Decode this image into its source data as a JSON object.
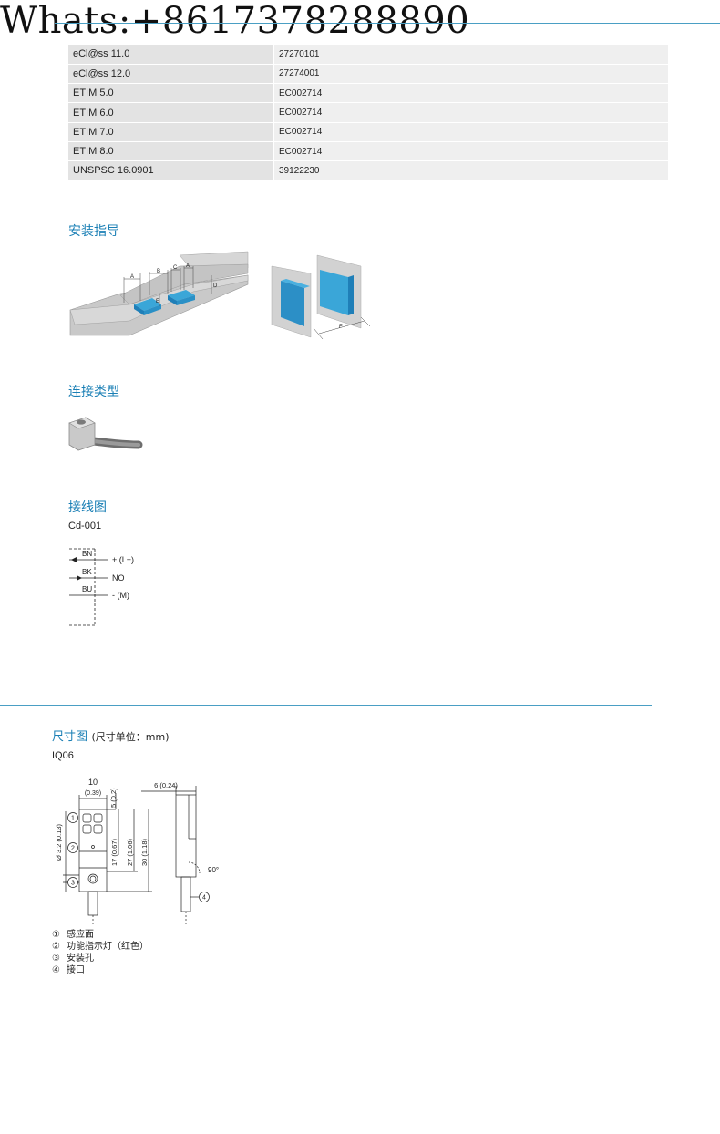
{
  "watermark": "Whats:+8617378288890",
  "specs": [
    {
      "key": "eCl@ss 11.0",
      "value": "27270101"
    },
    {
      "key": "eCl@ss 12.0",
      "value": "27274001"
    },
    {
      "key": "ETIM 5.0",
      "value": "EC002714"
    },
    {
      "key": "ETIM 6.0",
      "value": "EC002714"
    },
    {
      "key": "ETIM 7.0",
      "value": "EC002714"
    },
    {
      "key": "ETIM 8.0",
      "value": "EC002714"
    },
    {
      "key": "UNSPSC 16.0901",
      "value": "39122230"
    }
  ],
  "install": {
    "title": "安装指导",
    "labels": {
      "a": "A",
      "b": "B",
      "c": "C",
      "d": "D",
      "e": "E",
      "f": "F"
    }
  },
  "connection": {
    "title": "连接类型"
  },
  "wiring": {
    "title": "接线图",
    "code": "Cd-001",
    "wires": [
      {
        "wire": "BN",
        "signal": "+ (L+)"
      },
      {
        "wire": "BK",
        "signal": "NO"
      },
      {
        "wire": "BU",
        "signal": "- (M)"
      }
    ]
  },
  "dimensions": {
    "title": "尺寸图",
    "unit_note": "(尺寸单位：mm)",
    "model": "IQ06",
    "labels": {
      "w10": "10",
      "w10_in": "(0.39)",
      "w6": "6 (0.24)",
      "h5": "5 (0.2)",
      "d32": "Ø 3.2 (0.13)",
      "h17": "17 (0.67)",
      "h27": "27 (1.06)",
      "h30": "30 (1.18)",
      "angle": "90°"
    },
    "legend": [
      {
        "num": "①",
        "text": "感应面"
      },
      {
        "num": "②",
        "text": "功能指示灯（红色）"
      },
      {
        "num": "③",
        "text": "安装孔"
      },
      {
        "num": "④",
        "text": "接口"
      }
    ]
  }
}
